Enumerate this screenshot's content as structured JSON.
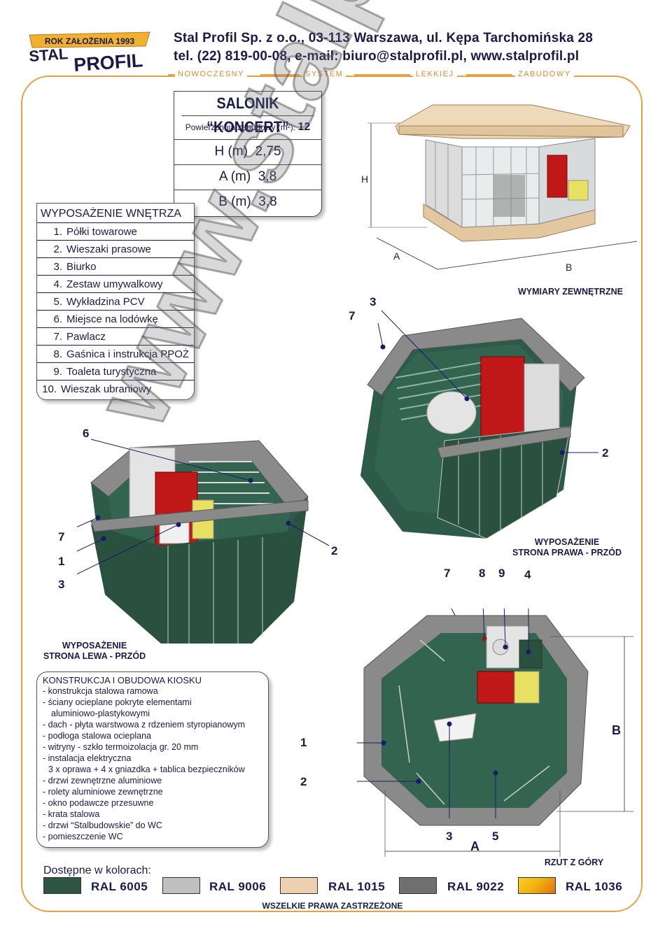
{
  "header": {
    "logo_top": "ROK ZAŁOŻENIA 1993",
    "logo_main_1": "STAL",
    "logo_main_2": "PROFIL",
    "company_line1": "Stal Profil Sp. z o.o., 03-113 Warszawa, ul. Kępa Tarchomińska 28",
    "company_line2": "tel. (22) 819-00-08,  e-mail: biuro@stalprofil.pl,  www.stalprofil.pl",
    "tagline": [
      "NOWOCZESNY",
      "SYSTEM",
      "LEKKIEJ",
      "ZABUDOWY"
    ]
  },
  "spec": {
    "title": "SALONIK “KONCERT”",
    "area_label": "Powierzchnia zabudowy (m²):",
    "area_value": "12",
    "rows": [
      {
        "label": "H (m)",
        "value": "2,75"
      },
      {
        "label": "A (m)",
        "value": "3,8"
      },
      {
        "label": "B (m)",
        "value": "3,8"
      }
    ]
  },
  "equipment": {
    "title": "WYPOSAŻENIE WNĘTRZA",
    "items": [
      {
        "n": "1.",
        "label": "Półki towarowe"
      },
      {
        "n": "2.",
        "label": "Wieszaki prasowe"
      },
      {
        "n": "3.",
        "label": "Biurko"
      },
      {
        "n": "4.",
        "label": "Zestaw umywalkowy"
      },
      {
        "n": "5.",
        "label": "Wykładzina PCV"
      },
      {
        "n": "6.",
        "label": "Miejsce na lodówkę"
      },
      {
        "n": "7.",
        "label": "Pawlacz"
      },
      {
        "n": "8.",
        "label": "Gaśnica i instrukcja PPOŻ"
      },
      {
        "n": "9.",
        "label": "Toaleta turystyczna"
      },
      {
        "n": "10.",
        "label": "Wieszak ubraniowy"
      }
    ]
  },
  "construction": {
    "title": "KONSTRUKCJA I OBUDOWA KIOSKU",
    "lines": [
      "- konstrukcja stalowa ramowa",
      "- ściany ocieplane pokryte elementami",
      "   aluminiowo-plastykowymi",
      "- dach - płyta warstwowa z rdzeniem styropianowym",
      "- podłoga stalowa ocieplana",
      "- witryny - szkło termoizolacja gr. 20 mm",
      "- instalacja elektryczna",
      "  3 x oprawa + 4 x gniazdka + tablica bezpieczników",
      "- drzwi zewnętrzne aluminiowe",
      "- rolety aluminiowe zewnętrzne",
      "- okno podawcze przesuwne",
      "- krata stalowa",
      "- drzwi “Stalbudowskie” do WC",
      "- pomieszczenie WC"
    ]
  },
  "captions": {
    "exterior": "WYMIARY ZEWNĘTRZNE",
    "right_front_1": "WYPOSAŻENIE",
    "right_front_2": "STRONA PRAWA - PRZÓD",
    "left_front_1": "WYPOSAŻENIE",
    "left_front_2": "STRONA LEWA - PRZÓD",
    "top_view": "RZUT Z GÓRY"
  },
  "dimensions": {
    "H": "H",
    "A": "A",
    "B": "B"
  },
  "callouts": {
    "right": [
      "3",
      "7",
      "2"
    ],
    "left": [
      "6",
      "7",
      "1",
      "3",
      "2"
    ],
    "top": [
      "7",
      "8",
      "9",
      "4",
      "1",
      "2",
      "3",
      "5"
    ]
  },
  "colors": {
    "label": "Dostępne w kolorach:",
    "swatches": [
      {
        "name": "RAL 6005",
        "hex": "#2e5444"
      },
      {
        "name": "RAL 9006",
        "hex": "#c0c0c0"
      },
      {
        "name": "RAL 1015",
        "hex": "#ecd0b0"
      },
      {
        "name": "RAL 9022",
        "hex": "#707070"
      },
      {
        "name": "RAL 1036",
        "hex": "#f0b010"
      }
    ]
  },
  "watermark": "www.stalprofil.pl",
  "footer": "WSZELKIE PRAWA ZASTRZEŻONE"
}
